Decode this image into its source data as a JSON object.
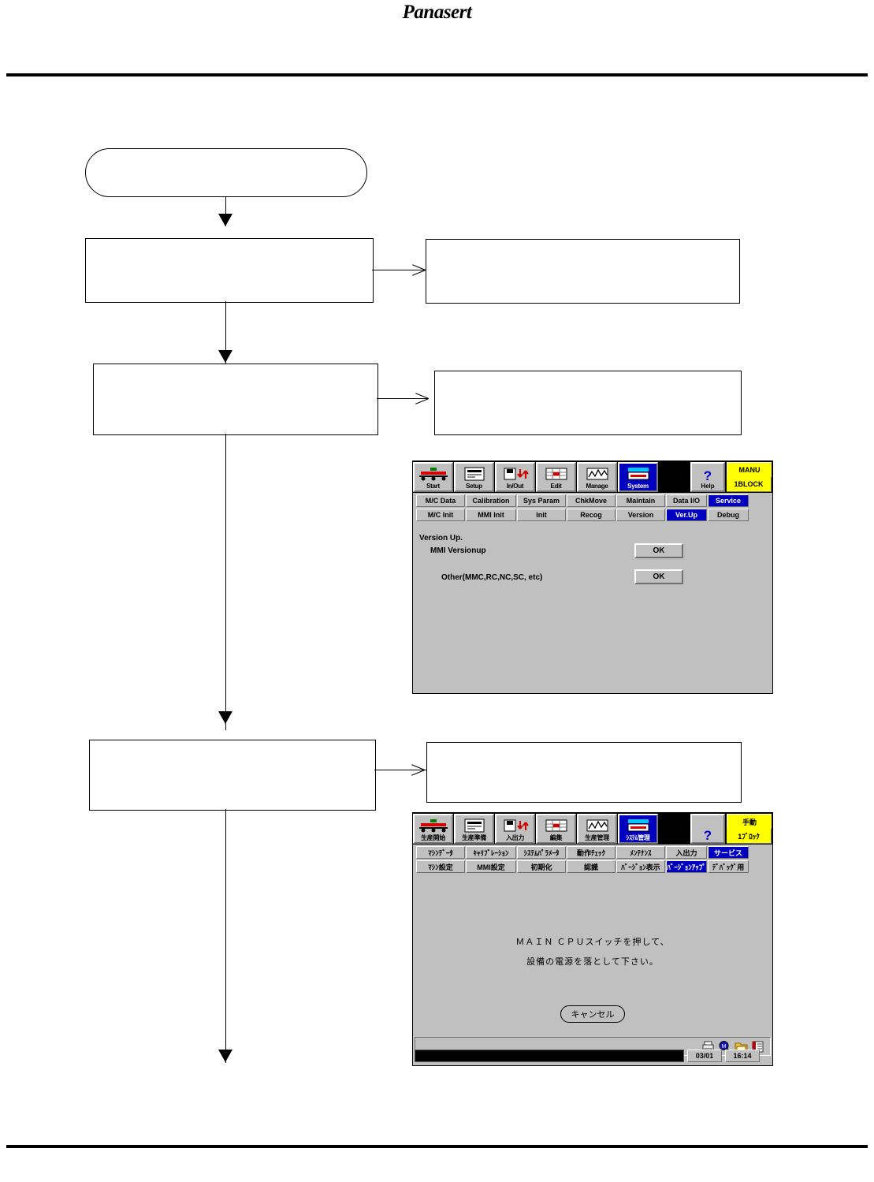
{
  "header": {
    "brand": "Panasert"
  },
  "flow": {
    "nodes": [
      {
        "name": "start-terminator",
        "text": ""
      },
      {
        "name": "process-step-1",
        "text": ""
      },
      {
        "name": "note-step-1",
        "text": ""
      },
      {
        "name": "process-step-2",
        "text": ""
      },
      {
        "name": "note-step-2",
        "text": ""
      },
      {
        "name": "process-step-3",
        "text": ""
      },
      {
        "name": "note-step-3",
        "text": ""
      }
    ]
  },
  "screen_en": {
    "toolbar": {
      "buttons": [
        {
          "label": "Start",
          "icon": "conveyor-icon",
          "selected": false
        },
        {
          "label": "Setup",
          "icon": "machine-icon",
          "selected": false
        },
        {
          "label": "In/Out",
          "icon": "floppy-arrows-icon",
          "selected": false
        },
        {
          "label": "Edit",
          "icon": "grid-edit-icon",
          "selected": false
        },
        {
          "label": "Manage",
          "icon": "chart-icon",
          "selected": false
        },
        {
          "label": "System",
          "icon": "monitor-icon",
          "selected": true
        }
      ],
      "help_label": "Help",
      "help_glyph": "?",
      "mode_top": "MANU",
      "mode_bottom": "1BLOCK"
    },
    "tabs_row1": [
      {
        "label": "M/C Data",
        "selected": false
      },
      {
        "label": "Calibration",
        "selected": false
      },
      {
        "label": "Sys Param",
        "selected": false
      },
      {
        "label": "ChkMove",
        "selected": false
      },
      {
        "label": "Maintain",
        "selected": false
      },
      {
        "label": "Data I/O",
        "selected": false
      },
      {
        "label": "Service",
        "selected": true
      }
    ],
    "tabs_row2": [
      {
        "label": "M/C Init",
        "selected": false
      },
      {
        "label": "MMI Init",
        "selected": false
      },
      {
        "label": "Init",
        "selected": false
      },
      {
        "label": "Recog",
        "selected": false
      },
      {
        "label": "Version",
        "selected": false
      },
      {
        "label": "Ver.Up",
        "selected": true
      },
      {
        "label": "Debug",
        "selected": false
      }
    ],
    "title": "Version Up.",
    "rows": [
      {
        "label": "MMI Versionup",
        "button": "OK"
      },
      {
        "label": "Other(MMC,RC,NC,SC, etc)",
        "button": "OK"
      }
    ]
  },
  "screen_jp": {
    "toolbar": {
      "buttons": [
        {
          "label": "生産開始",
          "icon": "conveyor-icon",
          "selected": false
        },
        {
          "label": "生産準備",
          "icon": "machine-icon",
          "selected": false
        },
        {
          "label": "入出力",
          "icon": "floppy-arrows-icon",
          "selected": false
        },
        {
          "label": "編集",
          "icon": "grid-edit-icon",
          "selected": false
        },
        {
          "label": "生産管理",
          "icon": "chart-icon",
          "selected": false
        },
        {
          "label": "ｼｽﾃﾑ管理",
          "icon": "monitor-icon",
          "selected": true
        }
      ],
      "help_label": "",
      "help_glyph": "?",
      "mode_top": "手動",
      "mode_bottom": "1ﾌﾞﾛｯｸ"
    },
    "tabs_row1": [
      {
        "label": "ﾏｼﾝﾃﾞｰﾀ",
        "selected": false
      },
      {
        "label": "ｷｬﾘﾌﾞﾚｰｼｮﾝ",
        "selected": false
      },
      {
        "label": "ｼｽﾃﾑﾊﾟﾗﾒｰﾀ",
        "selected": false
      },
      {
        "label": "動作ﾁｪｯｸ",
        "selected": false
      },
      {
        "label": "ﾒﾝﾃﾅﾝｽ",
        "selected": false
      },
      {
        "label": "入出力",
        "selected": false
      },
      {
        "label": "サービス",
        "selected": true
      }
    ],
    "tabs_row2": [
      {
        "label": "ﾏｼﾝ設定",
        "selected": false
      },
      {
        "label": "MMI設定",
        "selected": false
      },
      {
        "label": "初期化",
        "selected": false
      },
      {
        "label": "認識",
        "selected": false
      },
      {
        "label": "ﾊﾞｰｼﾞｮﾝ表示",
        "selected": false
      },
      {
        "label": "ﾊﾞｰｼﾞｮﾝｱｯﾌﾟ",
        "selected": true
      },
      {
        "label": "ﾃﾞﾊﾞｯｸﾞ用",
        "selected": false
      }
    ],
    "message_line1": "ＭＡＩＮ ＣＰＵスイッチを押して、",
    "message_line2": "設備の電源を落として下さい。",
    "cancel_label": "キャンセル",
    "status_icons": [
      "printer-icon",
      "magnifier-m-icon",
      "folder-icon",
      "book-icon"
    ],
    "date": "03/01",
    "time": "16:14"
  },
  "colors": {
    "panel": "#c0c0c0",
    "selected_tab": "#0000c0",
    "mode_badge": "#ffff00",
    "toolbar_bg": "#000000"
  }
}
